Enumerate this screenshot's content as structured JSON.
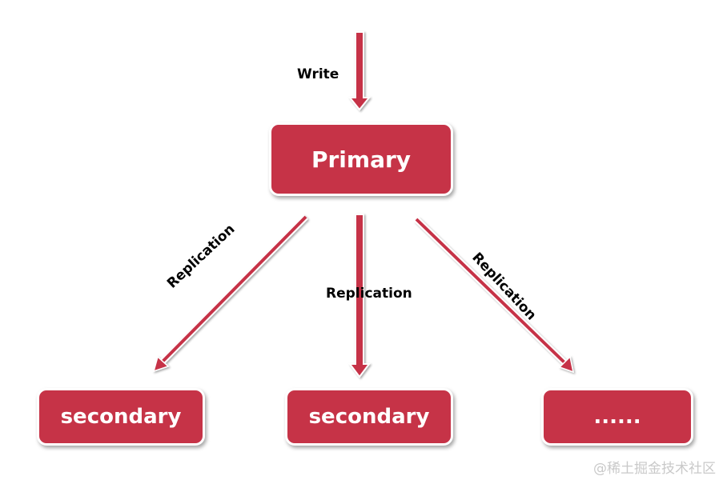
{
  "nodes": {
    "primary": "Primary",
    "secondary_1": "secondary",
    "secondary_2": "secondary",
    "secondary_3": "......"
  },
  "edges": {
    "write": "Write",
    "replication_left": "Replication",
    "replication_middle": "Replication",
    "replication_right": "Replication"
  },
  "watermark": "@稀土掘金技术社区",
  "colors": {
    "node_fill": "#c63347",
    "arrow_fill": "#c63347"
  }
}
